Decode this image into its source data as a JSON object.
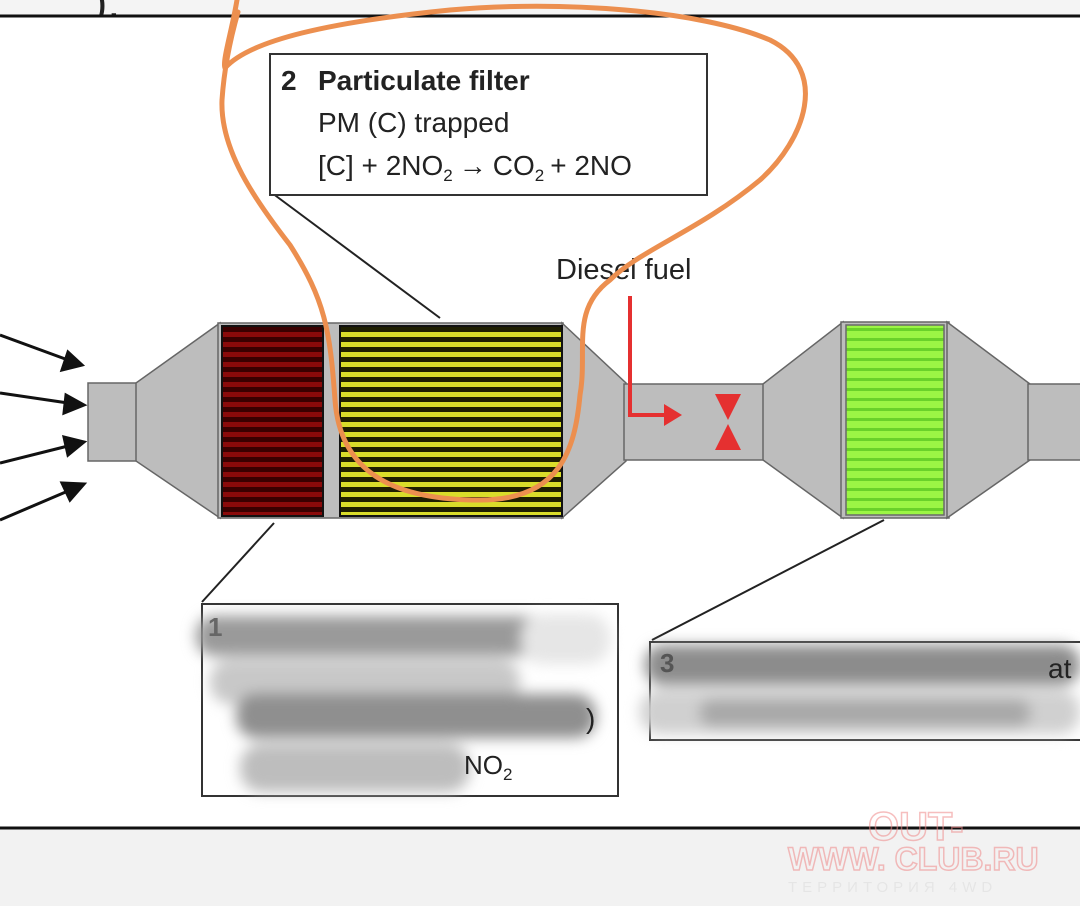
{
  "top_fragment": ");",
  "filter_box": {
    "number": "2",
    "title": "Particulate filter",
    "line1": "PM (C) trapped",
    "reaction_left": "[C] + 2NO",
    "reaction_right": "CO",
    "reaction_tail": "+ 2NO",
    "sub2": "2",
    "arrow": "→"
  },
  "diesel_fuel_label": "Diesel fuel",
  "oxidation_box": {
    "number": "1",
    "visible_tail": "NO",
    "visible_sub": "2",
    "paren": ")"
  },
  "nox_box": {
    "number": "3",
    "visible_tail": "at"
  },
  "watermark": {
    "line1": "OUT-",
    "line2": "WWW. CLUB.RU",
    "line3": "ТЕРРИТОРИЯ 4WD"
  },
  "colors": {
    "annotation_orange": "#ec8f4f",
    "housing_gray": "#bdbdbd",
    "oxidation_catalyst": "#5a0000",
    "particulate_filter": "#d8dc28",
    "nox_catalyst": "#88f03a",
    "fuel_arrow": "#e53030",
    "watermark": "#f08a8a"
  }
}
